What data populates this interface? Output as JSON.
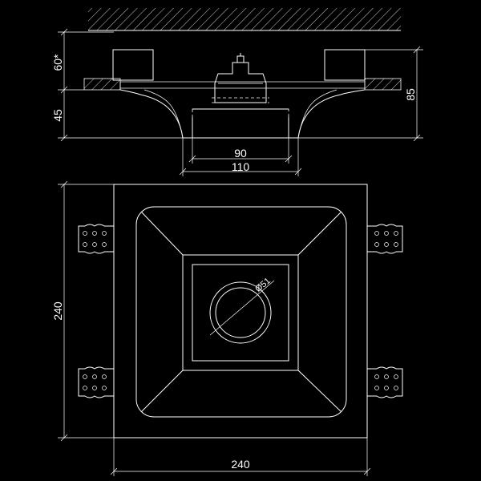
{
  "drawing": {
    "background": "#000000",
    "line_color": "#ffffff",
    "side_view": {
      "dim_top_height": "60*",
      "dim_bottom_height": "45",
      "dim_total_height": "85",
      "dim_inner_width": "90",
      "dim_outer_width": "110"
    },
    "plan_view": {
      "dim_height": "240",
      "dim_width": "240",
      "dim_hole_diameter": "Ø51"
    }
  }
}
